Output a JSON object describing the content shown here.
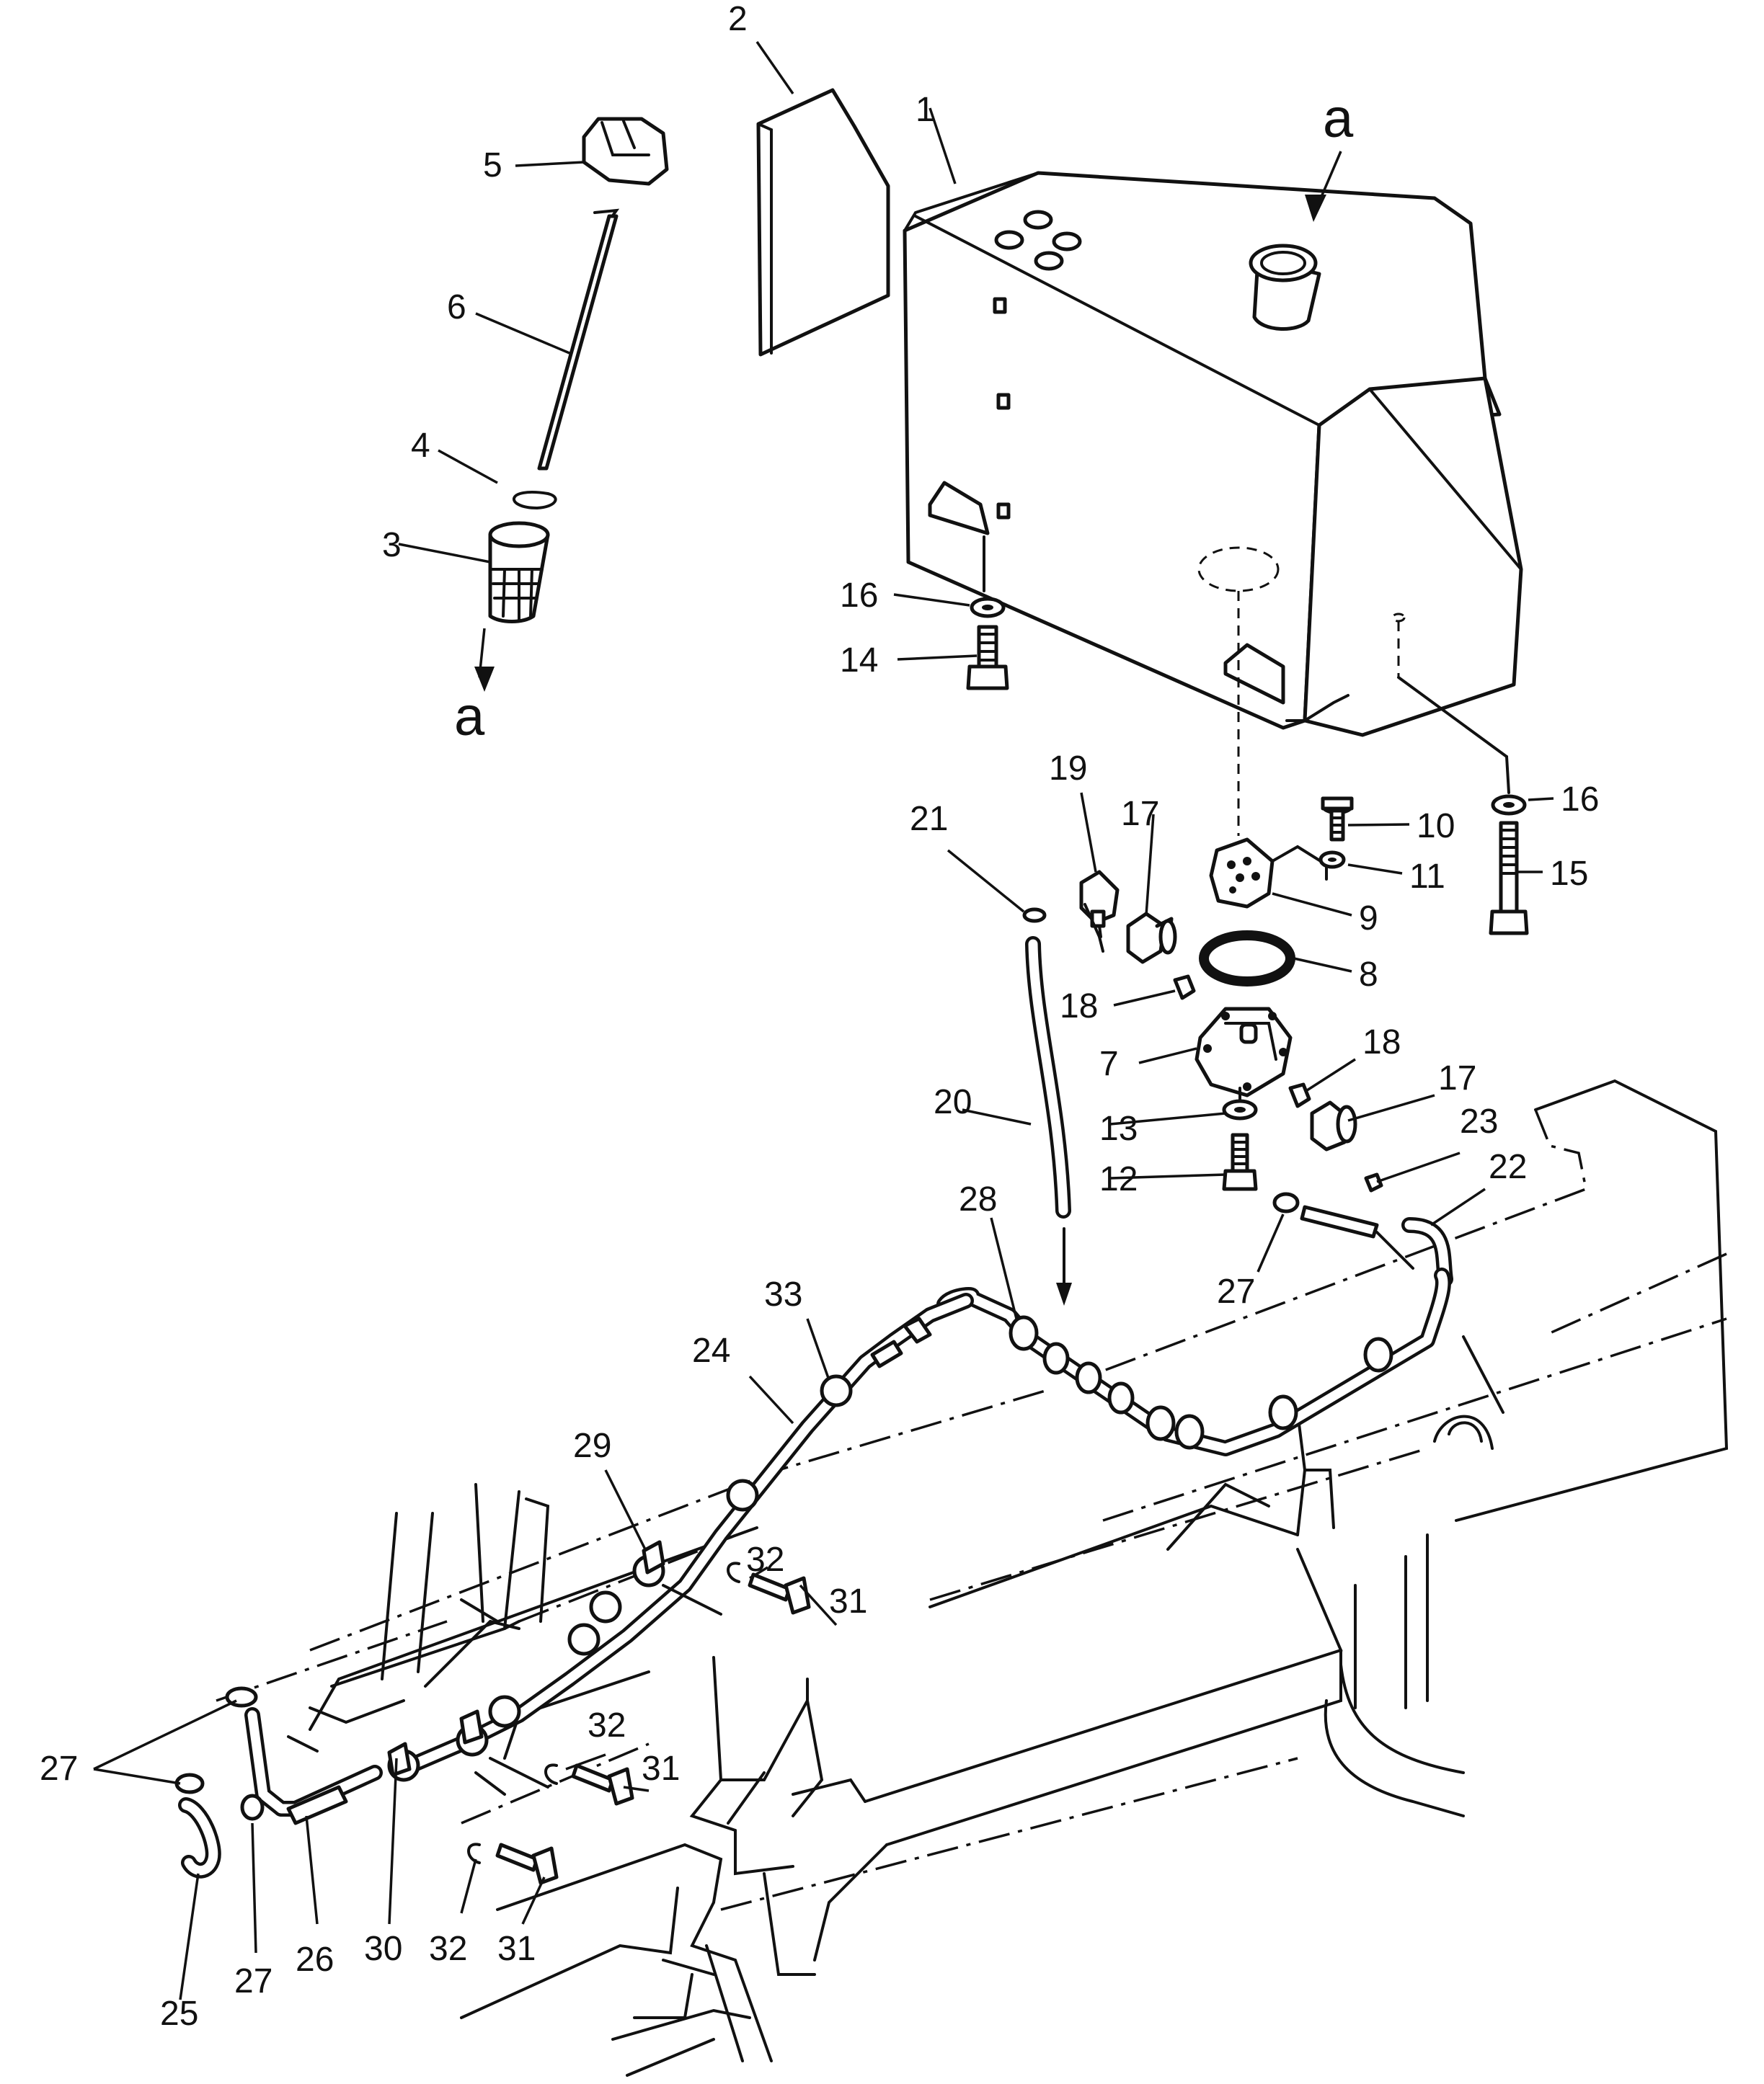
{
  "diagram": {
    "view_marker": "a",
    "callouts": [
      {
        "id": "c1",
        "text": "1"
      },
      {
        "id": "c2",
        "text": "2"
      },
      {
        "id": "c3",
        "text": "3"
      },
      {
        "id": "c4",
        "text": "4"
      },
      {
        "id": "c5",
        "text": "5"
      },
      {
        "id": "c6",
        "text": "6"
      },
      {
        "id": "c7",
        "text": "7"
      },
      {
        "id": "c8",
        "text": "8"
      },
      {
        "id": "c9",
        "text": "9"
      },
      {
        "id": "c10",
        "text": "10"
      },
      {
        "id": "c11",
        "text": "11"
      },
      {
        "id": "c12",
        "text": "12"
      },
      {
        "id": "c13",
        "text": "13"
      },
      {
        "id": "c14",
        "text": "14"
      },
      {
        "id": "c15",
        "text": "15"
      },
      {
        "id": "c16a",
        "text": "16"
      },
      {
        "id": "c16b",
        "text": "16"
      },
      {
        "id": "c17a",
        "text": "17"
      },
      {
        "id": "c17b",
        "text": "17"
      },
      {
        "id": "c18a",
        "text": "18"
      },
      {
        "id": "c18b",
        "text": "18"
      },
      {
        "id": "c19",
        "text": "19"
      },
      {
        "id": "c20",
        "text": "20"
      },
      {
        "id": "c21",
        "text": "21"
      },
      {
        "id": "c22",
        "text": "22"
      },
      {
        "id": "c23",
        "text": "23"
      },
      {
        "id": "c24",
        "text": "24"
      },
      {
        "id": "c25",
        "text": "25"
      },
      {
        "id": "c26",
        "text": "26"
      },
      {
        "id": "c27a",
        "text": "27"
      },
      {
        "id": "c27b",
        "text": "27"
      },
      {
        "id": "c27c",
        "text": "27"
      },
      {
        "id": "c28",
        "text": "28"
      },
      {
        "id": "c29",
        "text": "29"
      },
      {
        "id": "c30",
        "text": "30"
      },
      {
        "id": "c31a",
        "text": "31"
      },
      {
        "id": "c31b",
        "text": "31"
      },
      {
        "id": "c31c",
        "text": "31"
      },
      {
        "id": "c32a",
        "text": "32"
      },
      {
        "id": "c32b",
        "text": "32"
      },
      {
        "id": "c32c",
        "text": "32"
      },
      {
        "id": "c33",
        "text": "33"
      }
    ]
  }
}
